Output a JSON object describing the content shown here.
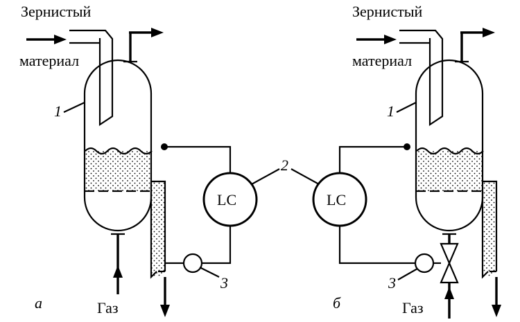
{
  "panels": [
    {
      "id": "a",
      "letter": "а",
      "feed_label_line1": "Зернистый",
      "feed_label_line2": "материал",
      "gas_label": "Газ",
      "controller_label": "LC",
      "vessel_number": "1",
      "controller_number": "2",
      "valve_number": "3"
    },
    {
      "id": "b",
      "letter": "б",
      "feed_label_line1": "Зернистый",
      "feed_label_line2": "материал",
      "gas_label": "Газ",
      "controller_label": "LC",
      "vessel_number": "1",
      "valve_number": "3"
    }
  ]
}
